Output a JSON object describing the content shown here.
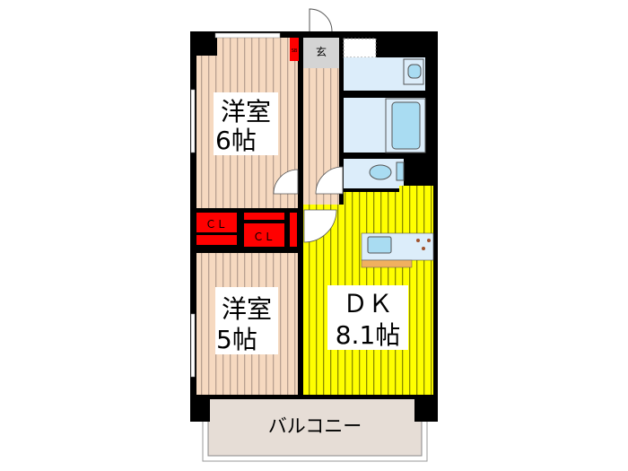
{
  "floor_plan": {
    "rooms": [
      {
        "id": "western-6",
        "name": "洋室",
        "size": "6帖"
      },
      {
        "id": "western-5",
        "name": "洋室",
        "size": "5帖"
      },
      {
        "id": "dk",
        "name": "ＤＫ",
        "size": "8.1帖"
      }
    ],
    "entrance_label": "玄",
    "shoe_box_label": "SB",
    "closet_label": "ＣＬ",
    "balcony_label": "バルコニー"
  },
  "colors": {
    "wall": "#000000",
    "western_floor": "#f6d9c0",
    "western_stripe": "#b8a090",
    "dk_floor": "#ffff00",
    "dk_stripe": "#8a8a00",
    "wet_area": "#dcedfa",
    "fixture": "#a9dcf2",
    "closet": "#ff0000",
    "entrance": "#d4d4d4",
    "balcony": "#e6ddd6"
  }
}
